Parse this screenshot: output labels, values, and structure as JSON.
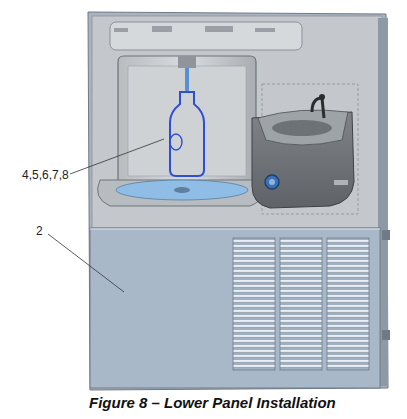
{
  "diagram": {
    "caption": "Figure 8 – Lower Panel Installation",
    "labels": [
      "4,5,6,7,8",
      "2"
    ]
  }
}
